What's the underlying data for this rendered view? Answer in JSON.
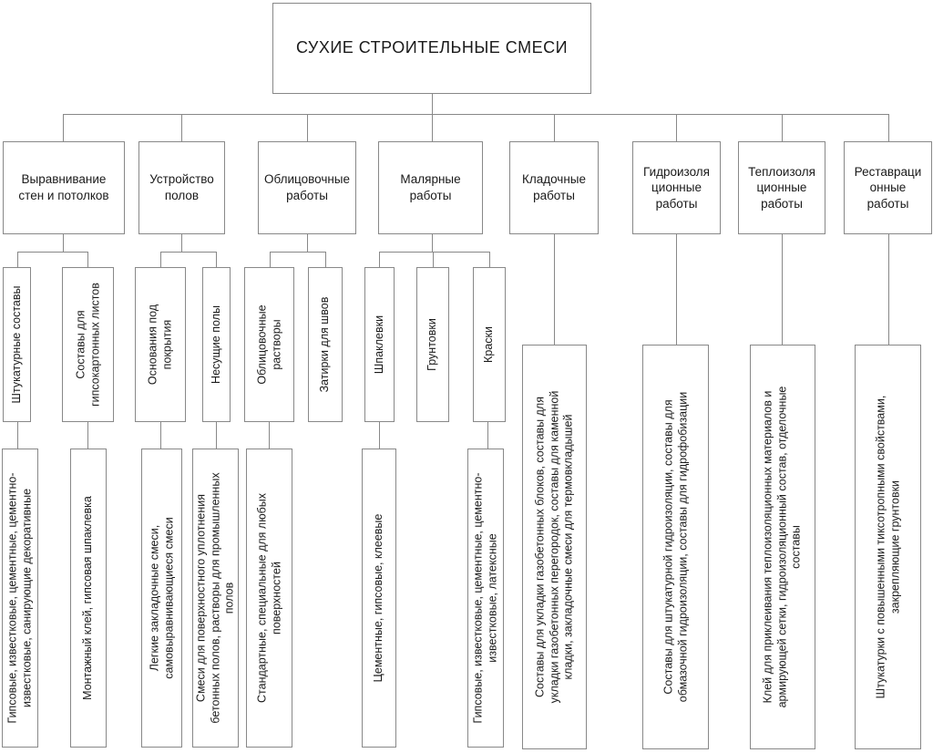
{
  "diagram": {
    "title": "СУХИЕ СТРОИТЕЛЬНЫЕ СМЕСИ",
    "branches": [
      {
        "label": "Выравнивание\nстен и потолков",
        "children": [
          {
            "label": "Штукатурные составы",
            "leaf": "Гипсовые, известковые, цементные, цементно-\nизвестковые, санирующие декоративные"
          },
          {
            "label": "Составы для\nгипсокартонных листов",
            "leaf": "Монтажный клей, гипсовая шпаклевка"
          }
        ]
      },
      {
        "label": "Устройство\nполов",
        "children": [
          {
            "label": "Основания под\nпокрытия",
            "leaf": "Легкие закладочные смеси,\nсамовыравнивающиеся смеси"
          },
          {
            "label": "Несущие полы",
            "leaf": "Смеси для поверхностного уплотнения\nбетонных полов, растворы для промышленных\nполов"
          }
        ]
      },
      {
        "label": "Облицовочные\nработы",
        "children": [
          {
            "label": "Облицовочные\nрастворы",
            "leaf": "Стандартные, специальные для любых\nповерхностей"
          },
          {
            "label": "Затирки для швов"
          }
        ]
      },
      {
        "label": "Малярные\nработы",
        "children": [
          {
            "label": "Шпаклевки",
            "leaf": "Цементные, гипсовые, клеевые"
          },
          {
            "label": "Грунтовки"
          },
          {
            "label": "Краски",
            "leaf": "Гипсовые, известковые, цементные, цементно-\nизвестковые, латексные"
          }
        ]
      },
      {
        "label": "Кладочные\nработы",
        "leaf": "Составы для укладки газобетонных блоков, составы для\nукладки газобетонных перегородок, составы для каменной\nкладки, закладочные смеси для термовкладышей"
      },
      {
        "label": "Гидроизоля\nционные\nработы",
        "leaf": "Составы для штукатурной гидроизоляции, составы для\nобмазочной гидроизоляции, составы для гидрофобизации"
      },
      {
        "label": "Теплоизоля\nционные\nработы",
        "leaf": "Клей для приклеивания теплоизоляционных материалов и\nармирующей сетки, гидроизоляционный состав, отделочные\nсоставы"
      },
      {
        "label": "Реставраци\nонные\nработы",
        "leaf": "Штукатурки с повышенными тиксотропными свойствами,\nзакрепляющие грунтовки"
      }
    ]
  }
}
